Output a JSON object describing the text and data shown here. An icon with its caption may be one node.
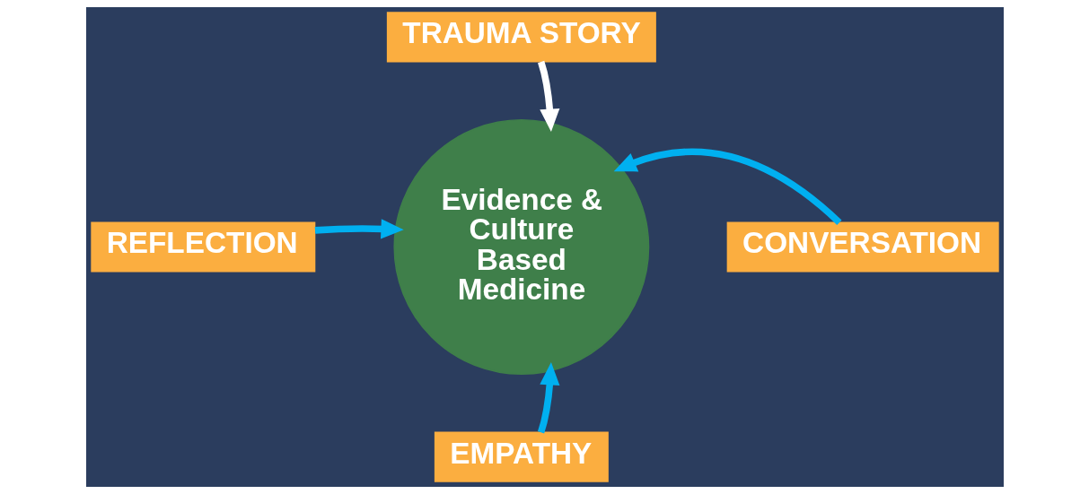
{
  "diagram": {
    "nodes": [
      {
        "text": [
          "TRAUMA STORY"
        ]
      },
      {
        "text": [
          "REFLECTION"
        ]
      },
      {
        "text": [
          "Evidence & Culture Based Medicine"
        ]
      },
      {
        "text": [
          "CONVERSATION"
        ]
      },
      {
        "text": [
          "EMPATHY"
        ]
      }
    ],
    "edges": [
      {
        "from": 0,
        "to": 2,
        "arrow": "to",
        "color": "#ffffff"
      },
      {
        "from": 1,
        "to": 2,
        "arrow": "to"
      },
      {
        "from": 3,
        "to": 2,
        "arrow": "to"
      },
      {
        "from": 4,
        "to": 2,
        "arrow": "to"
      }
    ]
  }
}
